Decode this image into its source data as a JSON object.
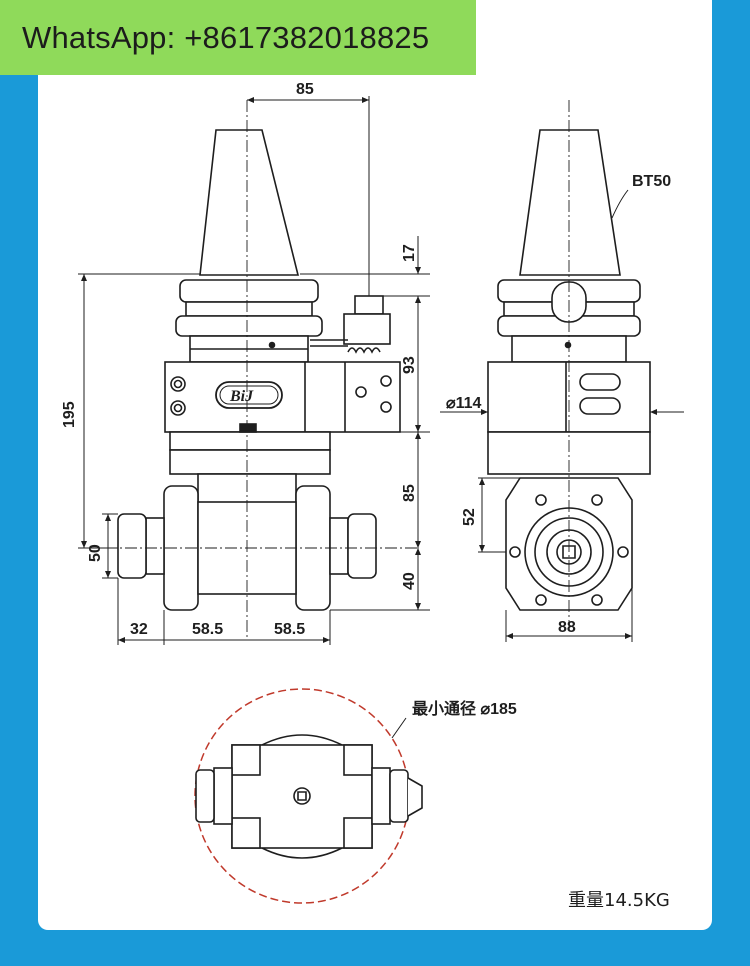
{
  "banner": {
    "text": "WhatsApp: +8617382018825",
    "color": "#8fda5a"
  },
  "colors": {
    "background": "#1a9ad8",
    "sheet": "#ffffff",
    "line": "#1e1e1e",
    "clearance_circle": "#c0392b"
  },
  "front_view": {
    "dims": {
      "top_width": "85",
      "flange_gap": "17",
      "height_total": "195",
      "housing_height": "93",
      "lower_height": "85",
      "spindle_offset": "40",
      "collet_dia": "50",
      "collet_len": "32",
      "half_left": "58.5",
      "half_right": "58.5"
    },
    "logo_text": "BiJ"
  },
  "side_view": {
    "taper_label": "BT50",
    "dims": {
      "body_dia": "⌀114",
      "nose_offset": "52",
      "width": "88"
    }
  },
  "bottom_view": {
    "clearance_label": "最小通径 ⌀185"
  },
  "weight_label": "重量14.5KG"
}
